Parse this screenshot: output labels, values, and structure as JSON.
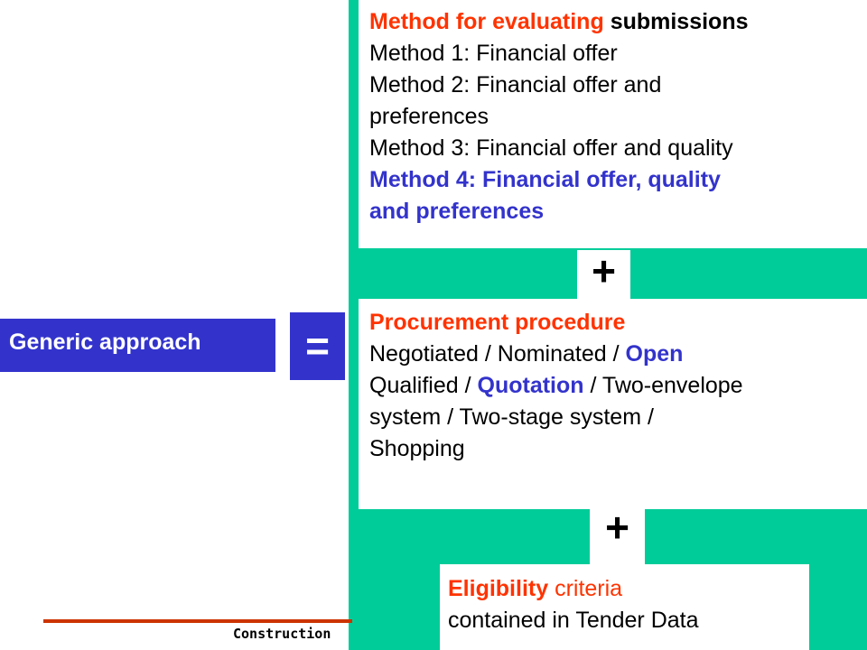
{
  "methods": {
    "heading_part1": "Method for evaluating",
    "heading_part2": "submissions",
    "method1": "Method 1: Financial offer",
    "method2_line1": "Method 2: Financial offer and",
    "method2_line2": "preferences",
    "method3": "Method 3: Financial offer and quality",
    "method4_line1": "Method 4: Financial offer, quality",
    "method4_line2": "and preferences"
  },
  "plus_symbol": "+",
  "procedure": {
    "heading": "Procurement procedure",
    "line1_part1": "Negotiated / Nominated / ",
    "line1_open": "Open",
    "line2_part1": "Qualified / ",
    "line2_quotation": "Quotation",
    "line2_part2": " / Two-envelope",
    "line3": "system / Two-stage system /",
    "line4": "Shopping"
  },
  "eligibility": {
    "word": "Eligibility",
    "rest": "criteria",
    "line2": "contained in Tender Data"
  },
  "generic_approach": "Generic approach",
  "equals_symbol": "=",
  "footer": {
    "text": "Construction"
  },
  "colors": {
    "green_panel": "#00cc99",
    "blue_accent": "#3333cc",
    "red_heading": "#ff3300",
    "footer_rule": "#cc3300"
  }
}
